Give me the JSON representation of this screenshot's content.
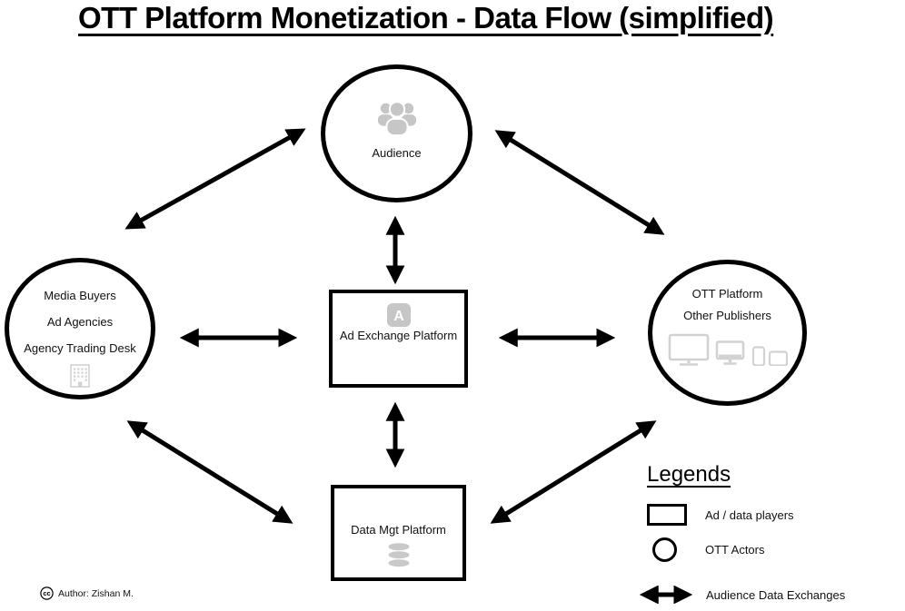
{
  "title": "OTT Platform Monetization - Data Flow (simplified)",
  "nodes": {
    "audience": {
      "label": "Audience",
      "icon": "people-group-icon",
      "shape": "circle"
    },
    "media_buyers": {
      "line1": "Media Buyers",
      "line2": "Ad Agencies",
      "line3": "Agency Trading Desk",
      "icon": "building-icon",
      "shape": "circle"
    },
    "ad_exchange": {
      "label": "Ad Exchange Platform",
      "icon": "ad-letter-icon",
      "icon_letter": "A",
      "shape": "rectangle"
    },
    "ott_platform": {
      "line1": "OTT Platform",
      "line2": "Other Publishers",
      "icon": "devices-icon",
      "shape": "circle"
    },
    "data_mgt": {
      "label": "Data Mgt Platform",
      "icon": "database-icon",
      "shape": "rectangle"
    }
  },
  "edges": [
    {
      "from": "media_buyers",
      "to": "audience",
      "bidirectional": true
    },
    {
      "from": "audience",
      "to": "ott_platform",
      "bidirectional": true
    },
    {
      "from": "audience",
      "to": "ad_exchange",
      "bidirectional": true
    },
    {
      "from": "media_buyers",
      "to": "ad_exchange",
      "bidirectional": true
    },
    {
      "from": "ad_exchange",
      "to": "ott_platform",
      "bidirectional": true
    },
    {
      "from": "ad_exchange",
      "to": "data_mgt",
      "bidirectional": true
    },
    {
      "from": "media_buyers",
      "to": "data_mgt",
      "bidirectional": true
    },
    {
      "from": "data_mgt",
      "to": "ott_platform",
      "bidirectional": true
    }
  ],
  "legend": {
    "heading": "Legends",
    "items": [
      {
        "symbol": "rectangle",
        "label": "Ad / data players"
      },
      {
        "symbol": "circle",
        "label": "OTT Actors"
      },
      {
        "symbol": "double-arrow",
        "label": "Audience Data Exchanges"
      }
    ]
  },
  "footer": {
    "cc": "cc",
    "author": "Author: Zishan M."
  },
  "colors": {
    "stroke": "#000000",
    "icon_gray": "#c6c6c6",
    "device_gray": "#d2d2d2",
    "background": "#ffffff"
  }
}
